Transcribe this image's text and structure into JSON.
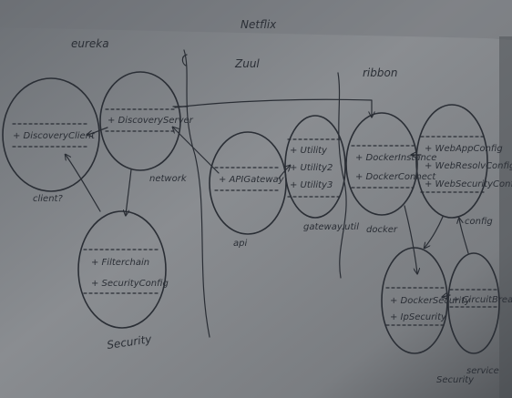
{
  "headers": {
    "eureka": "eureka",
    "netflix": "Netflix",
    "zuul": "Zuul",
    "ribbon": "ribbon"
  },
  "nodes": {
    "discovery_client": {
      "items": [
        "+ DiscoveryClient"
      ],
      "caption": "client?"
    },
    "discovery_server": {
      "items": [
        "+ DiscoveryServer"
      ],
      "caption": "network"
    },
    "security_left": {
      "items": [
        "+ Filterchain",
        "+ SecurityConfig"
      ],
      "caption": "Security"
    },
    "api": {
      "items": [
        "+ APIGateway"
      ],
      "caption": "api"
    },
    "gateway_util": {
      "items": [
        "+ Utility",
        "+ Utility2",
        "+ Utility3"
      ],
      "caption": "gateway.util"
    },
    "docker": {
      "items": [
        "+ DockerInstance",
        "+ DockerConnect"
      ],
      "caption": "docker"
    },
    "config": {
      "items": [
        "+ WebAppConfig",
        "+ WebResolvConfig",
        "+ WebSecurityConfig"
      ],
      "caption": "config"
    },
    "security_right": {
      "items": [
        "+ DockerSecurity",
        "+ IpSecurity"
      ],
      "caption": "Security"
    },
    "service": {
      "items": [
        "+ CircuitBreaker"
      ],
      "caption": "service"
    }
  }
}
